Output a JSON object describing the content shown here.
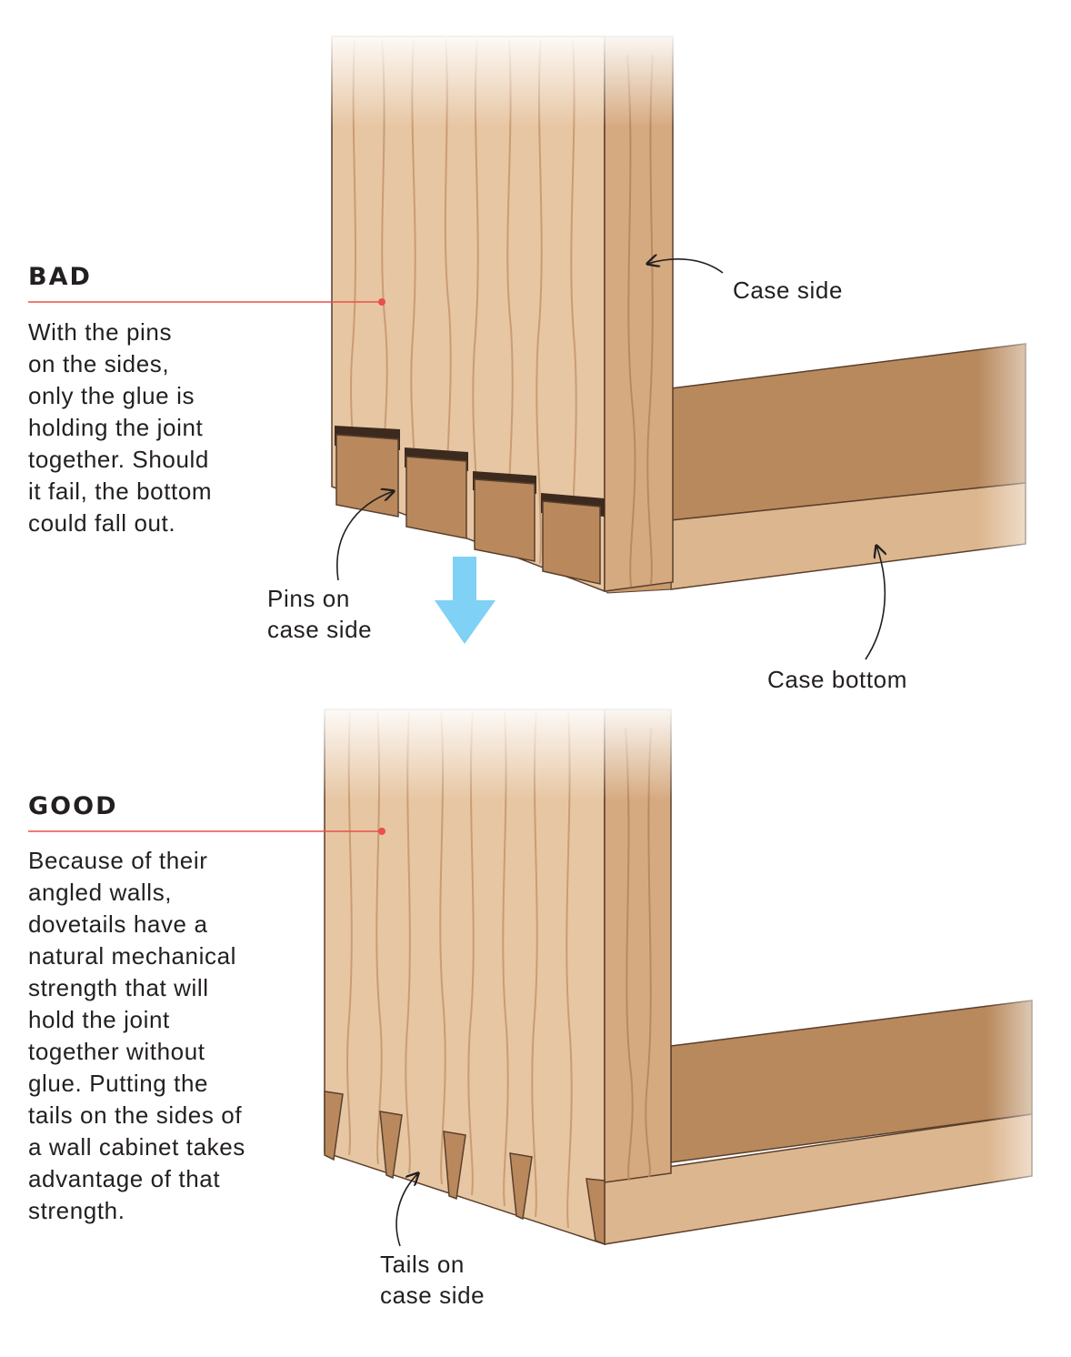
{
  "bad": {
    "heading": "BAD",
    "text": "With the pins\non the sides,\nonly the glue is\nholding the joint\ntogether. Should\nit fail, the bottom\ncould fall out."
  },
  "good": {
    "heading": "GOOD",
    "text": "Because of their\nangled walls,\ndovetails have a\nnatural mechanical\nstrength that will\nhold the joint\ntogether without\nglue. Putting the\ntails on the sides of\na wall cabinet takes\nadvantage of that\nstrength."
  },
  "labels": {
    "case_side": "Case side",
    "case_bottom": "Case bottom",
    "pins_on_case_side": "Pins on\ncase side",
    "tails_on_case_side": "Tails on\ncase side"
  },
  "colors": {
    "leader_line": "#e8504a",
    "arrow": "#7fd1f5",
    "wood_face": "#e6c4a0",
    "wood_side": "#d4a77c",
    "wood_end": "#b88a5e",
    "outline": "#5a3f2c"
  },
  "icons": {
    "direction_arrow": "down-arrow-icon"
  }
}
